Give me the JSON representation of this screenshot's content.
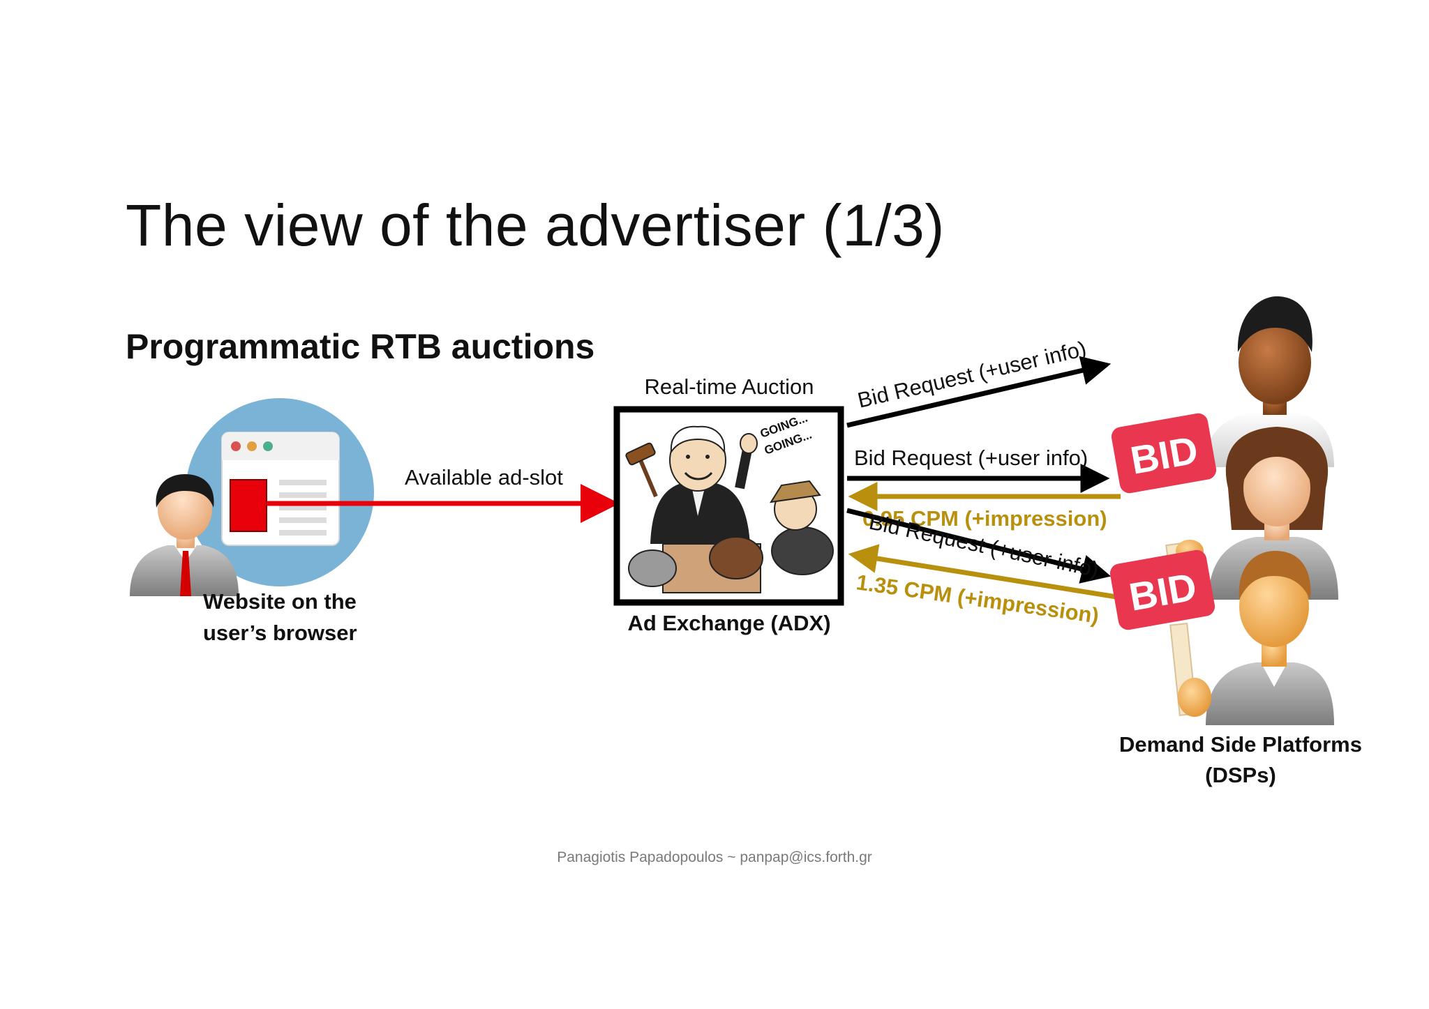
{
  "slide": {
    "title": "The view of the advertiser (1/3)",
    "subtitle": "Programmatic RTB auctions",
    "footer": "Panagiotis Papadopoulos ~ panpap@ics.forth.gr"
  },
  "diagram": {
    "website_label_line1": "Website on the",
    "website_label_line2": "user’s browser",
    "adslot_label": "Available ad-slot",
    "auction_label": "Real-time Auction",
    "adx_label": "Ad Exchange (ADX)",
    "auction_caption_1": "GOING...",
    "auction_caption_2": "GOING...",
    "bid_request_1": "Bid Request (+user info)",
    "bid_request_2": "Bid Request (+user info)",
    "bid_request_3": "Bid Request (+user info)",
    "bid_response_1": "0.95 CPM (+impression)",
    "bid_response_2": "1.35 CPM (+impression)",
    "bid_sign_1": "BID",
    "bid_sign_2": "BID",
    "dsp_label_line1": "Demand Side Platforms",
    "dsp_label_line2": "(DSPs)"
  },
  "colors": {
    "adslot_arrow": "#e8000b",
    "request_arrow": "#000000",
    "response_arrow": "#b8900e",
    "bid_sign": "#e8374f",
    "browser_circle": "#7ab3d6"
  },
  "icons": {
    "user": "businessman-icon",
    "browser": "browser-window-icon",
    "auction": "auctioneer-cartoon",
    "dsp": "people-group-icon"
  }
}
